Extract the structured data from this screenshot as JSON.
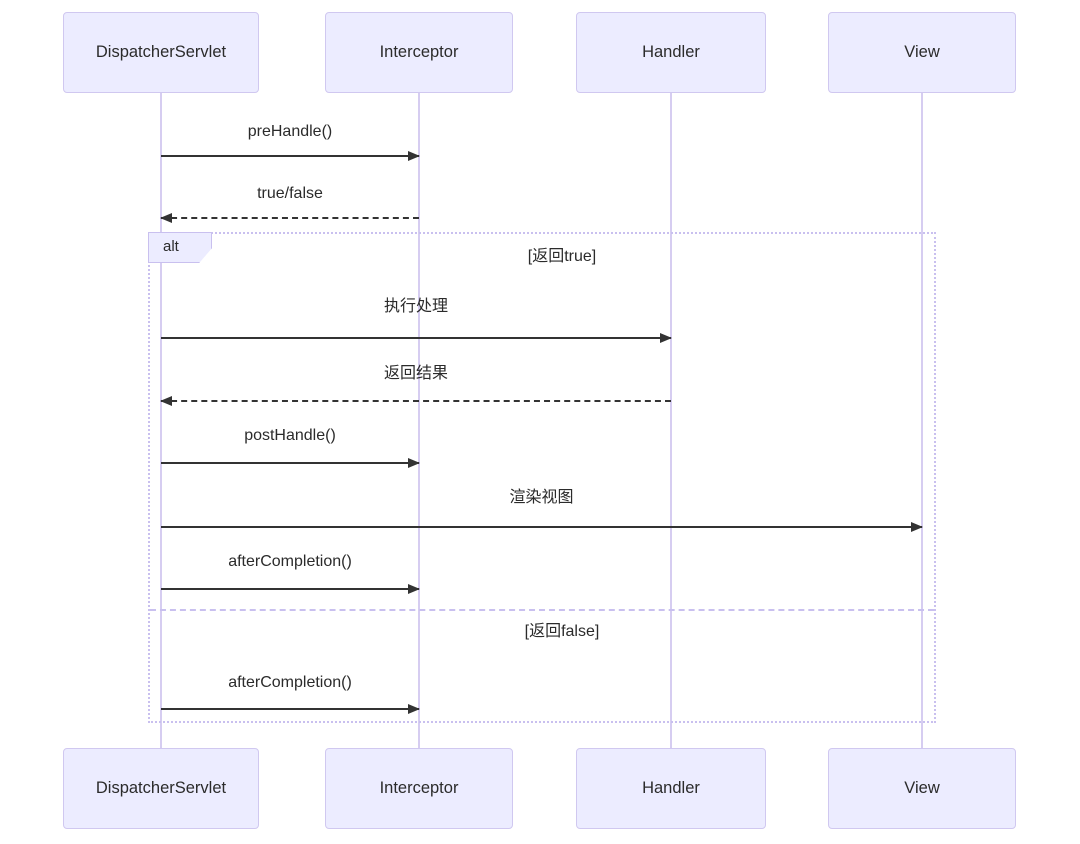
{
  "colors": {
    "background": "#ffffff",
    "actor-fill": "#ECECFF",
    "actor-border": "#d0c8f0",
    "lifeline": "#d6cdf1",
    "frame-border": "#c9c0ef",
    "arrow": "#333333",
    "text": "#2b2b2b"
  },
  "diagram": {
    "type": "sequence",
    "actors": [
      {
        "label": "DispatcherServlet"
      },
      {
        "label": "Interceptor"
      },
      {
        "label": "Handler"
      },
      {
        "label": "View"
      }
    ],
    "messages": [
      {
        "label": "preHandle()",
        "from": "DispatcherServlet",
        "to": "Interceptor",
        "line": "solid"
      },
      {
        "label": "true/false",
        "from": "Interceptor",
        "to": "DispatcherServlet",
        "line": "dashed"
      },
      {
        "label": "执行处理",
        "from": "DispatcherServlet",
        "to": "Handler",
        "line": "solid"
      },
      {
        "label": "返回结果",
        "from": "Handler",
        "to": "DispatcherServlet",
        "line": "dashed"
      },
      {
        "label": "postHandle()",
        "from": "DispatcherServlet",
        "to": "Interceptor",
        "line": "solid"
      },
      {
        "label": "渲染视图",
        "from": "DispatcherServlet",
        "to": "View",
        "line": "solid"
      },
      {
        "label": "afterCompletion()",
        "from": "DispatcherServlet",
        "to": "Interceptor",
        "line": "solid"
      },
      {
        "label": "afterCompletion()",
        "from": "DispatcherServlet",
        "to": "Interceptor",
        "line": "solid"
      }
    ],
    "alt": {
      "operator": "alt",
      "branches": [
        {
          "guard": "[返回true]"
        },
        {
          "guard": "[返回false]"
        }
      ]
    }
  }
}
